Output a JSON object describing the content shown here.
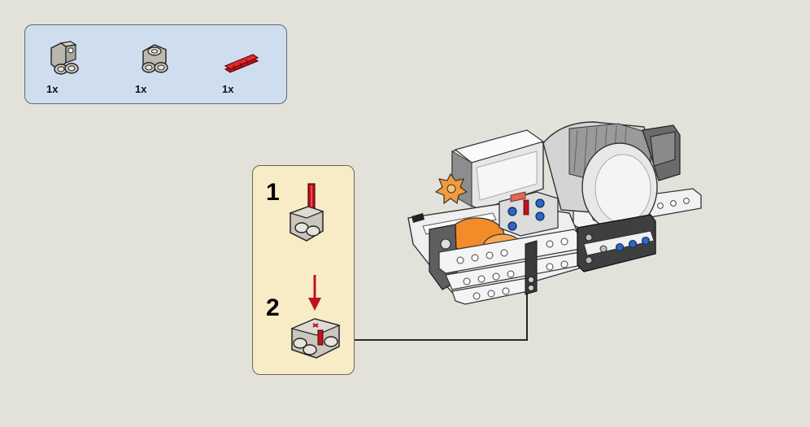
{
  "parts_list": {
    "items": [
      {
        "icon": "angle-connector-icon",
        "quantity": "1x"
      },
      {
        "icon": "double-pin-connector-icon",
        "quantity": "1x"
      },
      {
        "icon": "red-axle-icon",
        "quantity": "1x"
      }
    ]
  },
  "steps": {
    "step_1": "1",
    "step_2": "2"
  },
  "colors": {
    "background": "#e2e2db",
    "parts_panel": "#cfdeef",
    "steps_panel": "#f7ecc6",
    "axle_red": "#c0121c",
    "arrow": "#111111"
  }
}
